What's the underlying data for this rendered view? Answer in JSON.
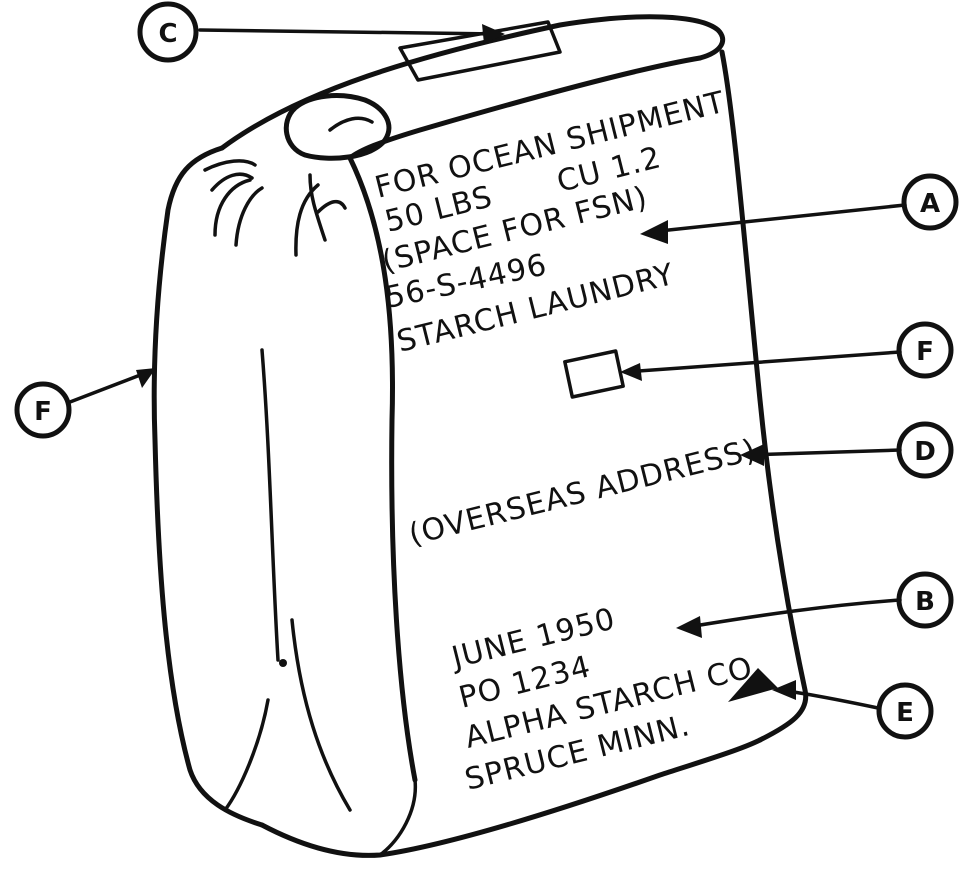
{
  "callouts": {
    "a": "A",
    "b": "B",
    "c": "C",
    "d": "D",
    "e": "E",
    "f_right": "F",
    "f_left": "F"
  },
  "bag_markings": {
    "line1": "FOR OCEAN SHIPMENT",
    "line2": "50 LBS",
    "line2b": "CU 1.2",
    "line3": "(SPACE FOR FSN)",
    "line4": "56-S-4496",
    "line5": "STARCH LAUNDRY",
    "overseas": "(OVERSEAS ADDRESS)",
    "date": "JUNE 1950",
    "po": "PO 1234",
    "company": "ALPHA STARCH CO",
    "city": "SPRUCE MINN."
  }
}
